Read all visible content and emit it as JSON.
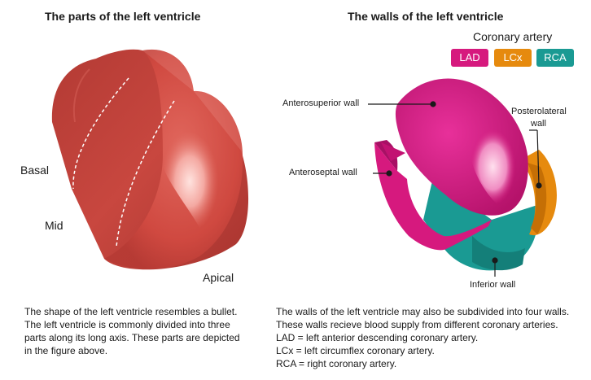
{
  "left_panel": {
    "title": "The parts of the left ventricle",
    "labels": {
      "basal": "Basal",
      "mid": "Mid",
      "apical": "Apical"
    },
    "caption": [
      "The shape of the left ventricle resembles a bullet.",
      "The left ventricle is commonly divided into three",
      "parts along its long axis. These parts are depicted",
      "in the figure above."
    ]
  },
  "right_panel": {
    "title": "The walls of the left ventricle",
    "legend": {
      "title": "Coronary artery",
      "items": [
        {
          "label": "LAD",
          "color": "#d6197e"
        },
        {
          "label": "LCx",
          "color": "#e68a0e"
        },
        {
          "label": "RCA",
          "color": "#1a9a93"
        }
      ]
    },
    "walls": {
      "anterosuperior": "Anterosuperior wall",
      "anteroseptal": "Anteroseptal wall",
      "posterolateral_line1": "Posterolateral",
      "posterolateral_line2": "wall",
      "inferior": "Inferior wall"
    },
    "caption": [
      "The walls of the left ventricle may also be subdivided into four walls.",
      "These walls recieve blood supply from different coronary arteries.",
      "LAD = left anterior descending coronary artery.",
      "LCx  = left circumflex coronary artery.",
      "RCA = right coronary artery."
    ]
  }
}
